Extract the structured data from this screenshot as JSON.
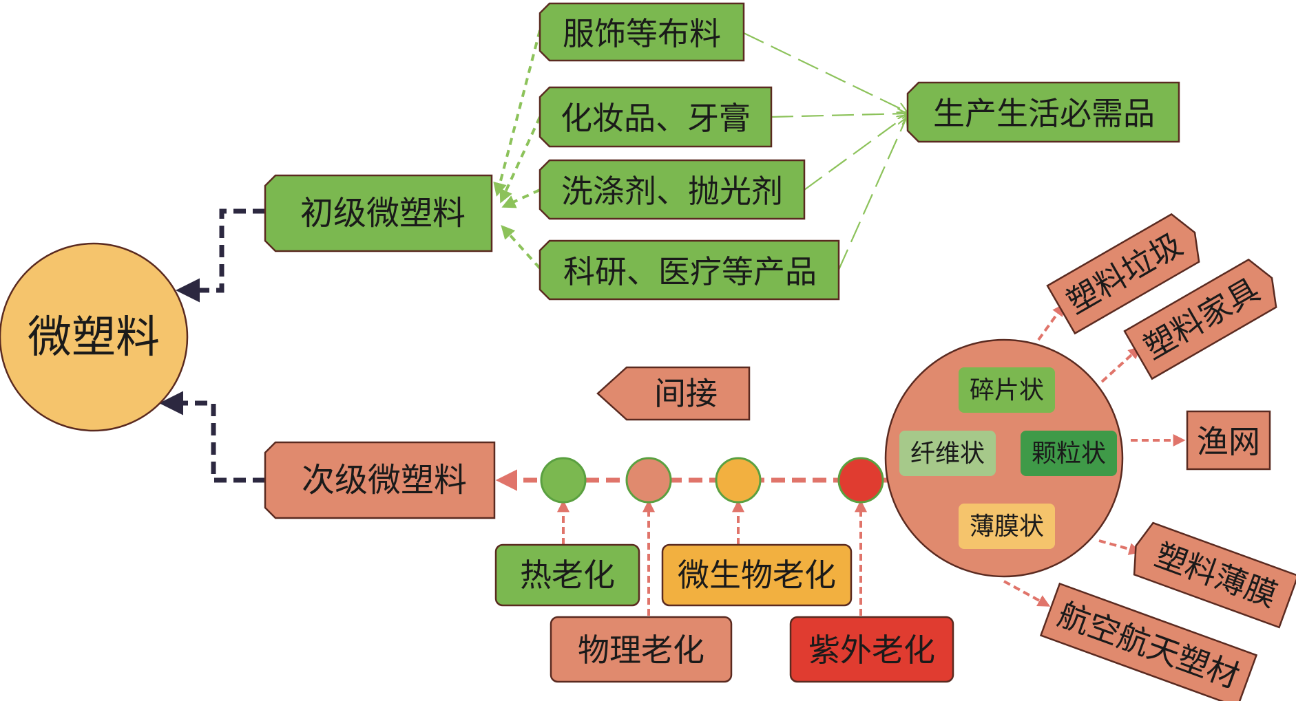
{
  "center": {
    "label": "微塑料"
  },
  "primary": {
    "label": "初级微塑料",
    "sources": [
      "服饰等布料",
      "化妆品、牙膏",
      "洗涤剂、抛光剂",
      "科研、医疗等产品"
    ],
    "target": "生产生活必需品"
  },
  "secondary": {
    "label": "次级微塑料",
    "indirect_label": "间接",
    "aging": {
      "thermal": "热老化",
      "physical": "物理老化",
      "microbial": "微生物老化",
      "uv": "紫外老化"
    },
    "forms": {
      "fragment": "碎片状",
      "fiber": "纤维状",
      "granule": "颗粒状",
      "film": "薄膜状"
    },
    "products": {
      "waste": "塑料垃圾",
      "furniture": "塑料家具",
      "fishnet": "渔网",
      "film": "塑料薄膜",
      "aerospace": "航空航天塑材"
    }
  },
  "colors": {
    "green": "#7bb850",
    "salmon": "#e08a6e",
    "orange": "#f2b040",
    "red": "#e03c30",
    "yellow_circle": "#f5c46c",
    "border": "#5a2a20",
    "dark_arrow": "#2c2840",
    "light_green_line": "#8cc25a"
  }
}
